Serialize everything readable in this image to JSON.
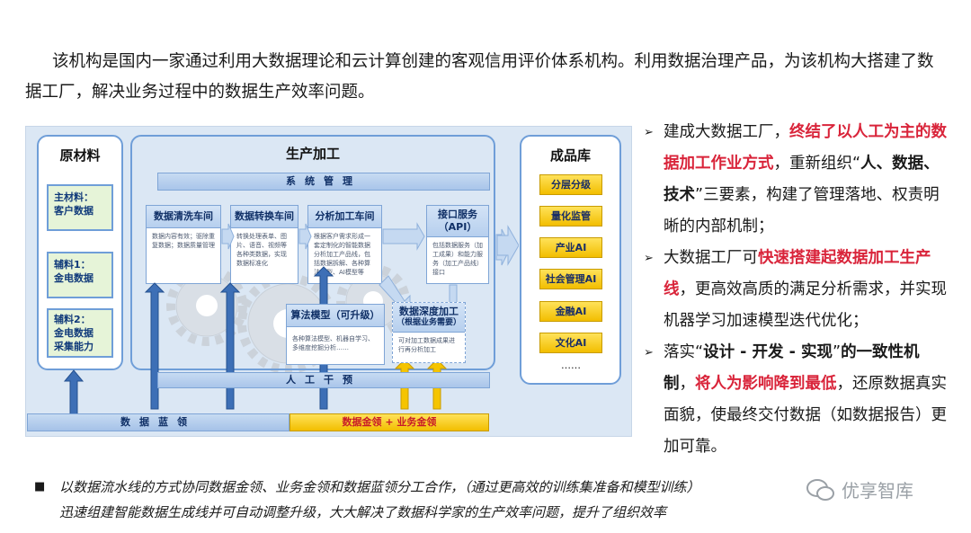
{
  "intro": {
    "line1": "该机构是国内一家通过利用大数据理论和云计算创建的客观信用评价体系机构。利用数据治理产品，为该机构大搭建了数",
    "line2": "据工厂，解决业务过程中的数据生产效率问题。"
  },
  "diagram": {
    "raw": {
      "title": "原材料",
      "items": [
        {
          "l1": "主材料：",
          "l2": "客户数据",
          "l3": ""
        },
        {
          "l1": "辅料1：",
          "l2": "金电数据",
          "l3": ""
        },
        {
          "l1": "辅料2：",
          "l2": "金电数据",
          "l3": "采集能力"
        }
      ]
    },
    "production": {
      "title": "生产加工",
      "system_mgmt": "系统管理",
      "human_intervention": "人工干预",
      "workshops": [
        {
          "title": "数据清洗车间",
          "desc": "数据内容有效；驱除重复数据；数据质量管理"
        },
        {
          "title": "数据转换车间",
          "desc": "转换处理表单、图片、语音、视频等各种类数据，实现数据标准化"
        },
        {
          "title": "分析加工车间",
          "desc": "根据客户需求形成一套定制化的智能数据分析加工产品线，包括数据拆解、各种算法模型、AI模型等"
        },
        {
          "title": "接口服务（API）",
          "desc": "包括数据服务（加工成果）和能力服务（加工产品线）接口"
        }
      ],
      "algo": {
        "title": "算法模型（可升级）",
        "desc": "各种算法模型、机器自学习、多维度挖掘分析……"
      },
      "deep": {
        "title": "数据深度加工",
        "sub": "（根据业务需要）",
        "desc": "可对加工数据成果进行再分析加工"
      }
    },
    "finished": {
      "title": "成品库",
      "items": [
        "分层分级",
        "量化监管",
        "产业AI",
        "社会管理AI",
        "金融AI",
        "文化AI"
      ],
      "more": "……"
    },
    "bottom": {
      "blue": "数据蓝领",
      "gold": "数据金领 + 业务金领"
    }
  },
  "bullets": [
    {
      "parts": [
        {
          "t": "建成大数据工厂，",
          "s": ""
        },
        {
          "t": "终结了以人工为主的数据加工作业方式",
          "s": "red"
        },
        {
          "t": "，重新组织“",
          "s": ""
        },
        {
          "t": "人、数据、技术",
          "s": "b"
        },
        {
          "t": "”三要素，构建了管理落地、权责明晰的内部机制；",
          "s": ""
        }
      ]
    },
    {
      "parts": [
        {
          "t": " 大数据工厂可",
          "s": ""
        },
        {
          "t": "快速搭建起数据加工生产线",
          "s": "red"
        },
        {
          "t": "，更高效高质的满足分析需求，并实现机器学习加速模型迭代优化；",
          "s": ""
        }
      ]
    },
    {
      "parts": [
        {
          "t": "落实“",
          "s": ""
        },
        {
          "t": "设计 - 开发 - 实现",
          "s": "b"
        },
        {
          "t": "”",
          "s": ""
        },
        {
          "t": "的一致性机制",
          "s": "b"
        },
        {
          "t": "，",
          "s": ""
        },
        {
          "t": "将人为影响降到最低",
          "s": "red"
        },
        {
          "t": "，还原数据真实面貌，使最终交付数据（如数据报告）更加可靠。",
          "s": ""
        }
      ]
    }
  ],
  "footer": {
    "line1": "以数据流水线的方式协同数据金领、业务金领和数据蓝领分工合作，（通过更高效的训练集准备和模型训练）",
    "line2": "迅速组建智能数据生成线并可自动调整升级，大大解决了数据科学家的生产效率问题，提升了组织效率"
  },
  "watermark": "优享智库"
}
